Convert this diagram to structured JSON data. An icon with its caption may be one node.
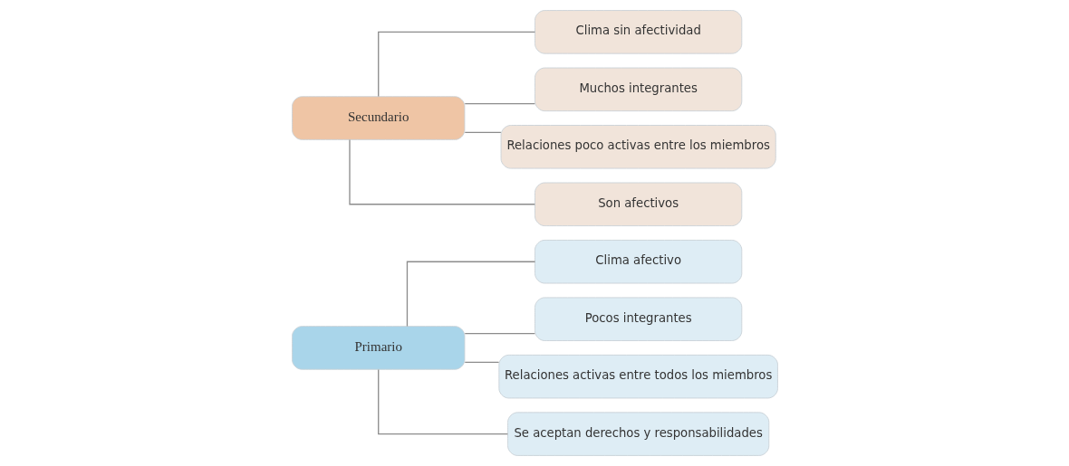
{
  "diagram": {
    "nodes": [
      {
        "text": [
          "Primario"
        ]
      },
      {
        "text": [
          "Clima afectivo"
        ]
      },
      {
        "text": [
          "Pocos integrantes"
        ]
      },
      {
        "text": [
          "Relaciones activas entre todos los miembros"
        ]
      },
      {
        "text": [
          "Se aceptan derechos y responsabilidades"
        ]
      },
      {
        "text": [
          "Secundario"
        ]
      },
      {
        "text": [
          "Clima sin afectividad"
        ]
      },
      {
        "text": [
          "Muchos integrantes"
        ]
      },
      {
        "text": [
          "Relaciones poco activas entre los miembros"
        ]
      },
      {
        "text": [
          "Son afectivos"
        ]
      }
    ],
    "edges": [
      {
        "from": 0,
        "to": 1,
        "arrow": "none"
      },
      {
        "from": 0,
        "to": 2,
        "arrow": "none"
      },
      {
        "from": 0,
        "to": 3,
        "arrow": "none"
      },
      {
        "from": 0,
        "to": 4,
        "arrow": "none"
      },
      {
        "from": 5,
        "to": 6,
        "arrow": "none"
      },
      {
        "from": 5,
        "to": 7,
        "arrow": "none"
      },
      {
        "from": 5,
        "to": 8,
        "arrow": "none"
      },
      {
        "from": 5,
        "to": 9,
        "arrow": "none"
      }
    ]
  }
}
